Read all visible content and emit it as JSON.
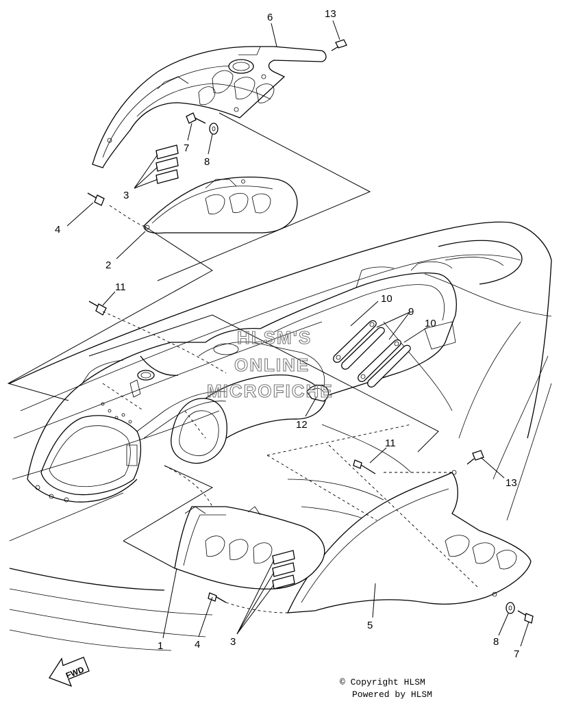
{
  "callouts": [
    {
      "id": "c6",
      "label": "6"
    },
    {
      "id": "c13a",
      "label": "13"
    },
    {
      "id": "c7a",
      "label": "7"
    },
    {
      "id": "c8a",
      "label": "8"
    },
    {
      "id": "c3a",
      "label": "3"
    },
    {
      "id": "c4a",
      "label": "4"
    },
    {
      "id": "c2",
      "label": "2"
    },
    {
      "id": "c11a",
      "label": "11"
    },
    {
      "id": "c10a",
      "label": "10"
    },
    {
      "id": "c9",
      "label": "9"
    },
    {
      "id": "c10b",
      "label": "10"
    },
    {
      "id": "c12",
      "label": "12"
    },
    {
      "id": "c11b",
      "label": "11"
    },
    {
      "id": "c13b",
      "label": "13"
    },
    {
      "id": "c1",
      "label": "1"
    },
    {
      "id": "c4b",
      "label": "4"
    },
    {
      "id": "c3b",
      "label": "3"
    },
    {
      "id": "c5",
      "label": "5"
    },
    {
      "id": "c8b",
      "label": "8"
    },
    {
      "id": "c7b",
      "label": "7"
    }
  ],
  "watermark": {
    "line1": "HLSM'S",
    "line2": "ONLINE",
    "line3": "MICROFICHE"
  },
  "fwd_label": "FWD",
  "copyright": {
    "line1": "© Copyright HLSM",
    "line2": "Powered by HLSM"
  }
}
